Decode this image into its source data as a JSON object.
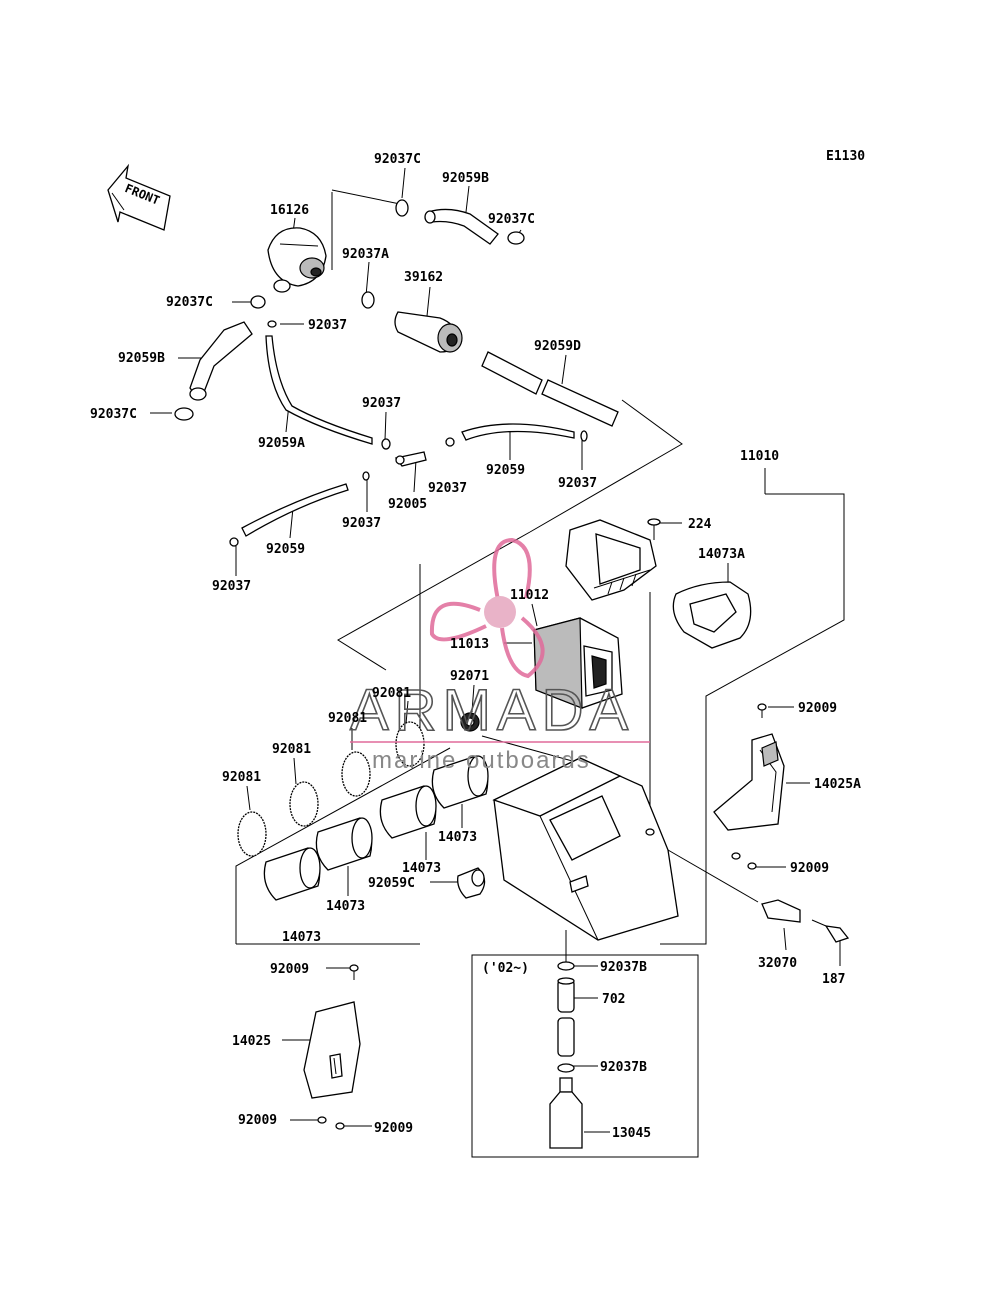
{
  "diagram_code": "E1130",
  "front_arrow_label": "FRONT",
  "watermark": {
    "brand": "ARMADA",
    "tagline": "marine outboards",
    "accent": "#e06a9a"
  },
  "inset_label": "('02~)",
  "labels": {
    "l1": "92037C",
    "l2": "92059B",
    "l3": "16126",
    "l4": "92037C",
    "l5": "92037A",
    "l6": "39162",
    "l7": "92037C",
    "l8": "92037",
    "l9": "92059B",
    "l10": "92059D",
    "l11": "92037C",
    "l12": "92037",
    "l13": "92059A",
    "l14": "92059",
    "l15": "92037",
    "l16": "92037",
    "l17": "92005",
    "l18": "11010",
    "l19": "92037",
    "l20": "92059",
    "l21": "224",
    "l22": "92037",
    "l23": "14073A",
    "l24": "11012",
    "l25": "11013",
    "l26": "92071",
    "l27": "92081",
    "l28": "92081",
    "l29": "92009",
    "l30": "92081",
    "l31": "14025A",
    "l32": "92081",
    "l33": "14073",
    "l34": "14073",
    "l35": "92009",
    "l36": "92059C",
    "l37": "14073",
    "l38": "14073",
    "l39": "32070",
    "l40": "187",
    "l41": "92009",
    "l42": "92037B",
    "l43": "702",
    "l44": "14025",
    "l45": "92037B",
    "l46": "13045",
    "l47": "92009",
    "l48": "92009"
  }
}
